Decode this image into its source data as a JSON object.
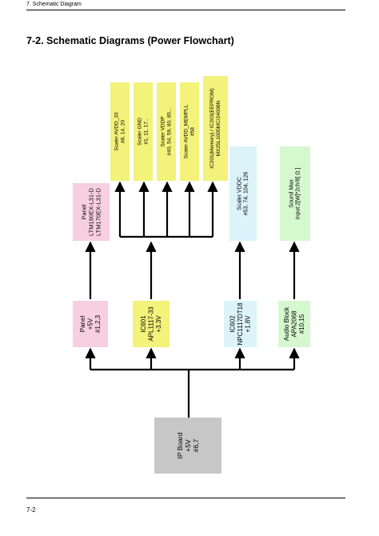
{
  "header": {
    "section": "7. Schematic Diagram"
  },
  "title": "7-2. Schematic Diagrams (Power Flowchart)",
  "footer": {
    "page": "7-2"
  },
  "colors": {
    "yellow": "#f3f27a",
    "pink": "#f8cfe0",
    "cyan": "#dcf3fa",
    "green": "#d6f8cf",
    "gray": "#c7c7c7"
  },
  "boxes": {
    "ip_board": {
      "lines": [
        "IP Board",
        "+5V",
        "#6,7"
      ]
    },
    "panel_power": {
      "lines": [
        "Panel",
        "+5V",
        "#1,2,3"
      ]
    },
    "ic601": {
      "lines": [
        "IC601",
        "APL1117-33",
        "+3.3V"
      ]
    },
    "ic602": {
      "lines": [
        "IC602",
        "NPC1117DT18",
        "+1.8V"
      ]
    },
    "audio_block": {
      "lines": [
        "Audio Block",
        "APA2068",
        "#10,15"
      ]
    },
    "panel_models": {
      "lines": [
        "Panel",
        "LTM190EX-L31-D",
        "LTM170EX-L31-D"
      ]
    },
    "scaler_avdd33": {
      "lines": [
        "Scaler AVDD_33",
        "#8, 14, 20"
      ]
    },
    "scaler_gnd": {
      "lines": [
        "Scaler GND",
        "#1, 11, 17.."
      ]
    },
    "scaler_vddp": {
      "lines": [
        "Scaler VDDP",
        "#40, 54, 59, 60, 65..."
      ]
    },
    "scaler_avdd_mempll": {
      "lines": [
        "Scaler AVDD_MEMPLL",
        "#58"
      ]
    },
    "memory_eeprom": {
      "lines": [
        "IC201(Memory) / IC203(EEPROM)",
        "MX25L1005MC/24008N"
      ]
    },
    "scaler_vddc": {
      "lines": [
        "Scaler VDDC",
        "#53, 74, 104, 126"
      ]
    },
    "sound_max": {
      "lines": [
        "Sound Max",
        "Input:2[W]*2ch/8[ Ω ]"
      ]
    }
  }
}
